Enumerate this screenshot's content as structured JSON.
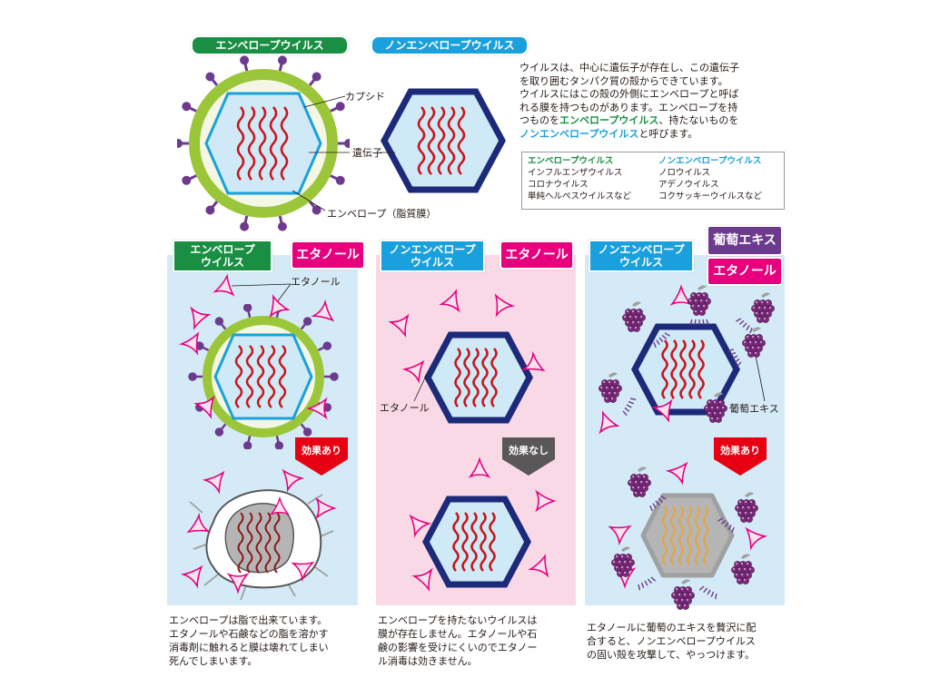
{
  "top": {
    "tag_envelope": "エンベロープウイルス",
    "tag_nonenvelope": "ノンエンベロープウイルス",
    "label_capsid": "カプシド",
    "label_gene": "遺伝子",
    "label_envelope": "エンベロープ（脂質膜）",
    "desc_1": "ウイルスは、中心に遺伝子が存在し、この遺伝子",
    "desc_2": "を取り囲むタンパク質の殻からできています。",
    "desc_3": "ウイルスにはこの殻の外側にエンベロープと呼ば",
    "desc_4": "れる膜を持つものがあります。エンベロープを持",
    "desc_5a": "つものを",
    "desc_5b": "エンベロープウイルス",
    "desc_5c": "、持たないものを",
    "desc_6a": "ノンエンベロープウイルス",
    "desc_6b": "と呼びます。",
    "table": {
      "col1_header": "エンベロープウイルス",
      "col1_items": [
        "インフルエンザウイルス",
        "コロナウイルス",
        "単純ヘルペスウイルスなど"
      ],
      "col2_header": "ノンエンベロープウイルス",
      "col2_items": [
        "ノロウイルス",
        "アデノウイルス",
        "コクサッキーウイルスなど"
      ]
    }
  },
  "panel1": {
    "tag_virus_1": "エンベロープ",
    "tag_virus_2": "ウイルス",
    "tag_agent": "エタノール",
    "label_ethanol": "エタノール",
    "result": "効果あり",
    "caption_1": "エンベロープは脂で出来ています。",
    "caption_2": "エタノールや石鹸などの脂を溶かす",
    "caption_3": "消毒剤に触れると膜は壊れてしまい",
    "caption_4": "死んでしまいます。"
  },
  "panel2": {
    "tag_virus_1": "ノンエンベロープ",
    "tag_virus_2": "ウイルス",
    "tag_agent": "エタノール",
    "label_ethanol": "エタノール",
    "result": "効果なし",
    "caption_1": "エンベロープを持たないウイルスは",
    "caption_2": "膜が存在しません。エタノールや石",
    "caption_3": "鹸の影響を受けにくいのでエタノー",
    "caption_4": "ル消毒は効きません。"
  },
  "panel3": {
    "tag_virus_1": "ノンエンベロープ",
    "tag_virus_2": "ウイルス",
    "tag_grape": "葡萄エキス",
    "tag_agent": "エタノール",
    "label_grape": "葡萄エキス",
    "result": "効果あり",
    "caption_1": "エタノールに葡萄のエキスを贅沢に配",
    "caption_2": "合すると、ノンエンベロープウイルス",
    "caption_3": "の固い殻を攻撃して、やっつけます。"
  },
  "colors": {
    "envelope_green": "#1a8f43",
    "nonenvelope_blue": "#1aa0dc",
    "ethanol_magenta": "#e6007e",
    "grape_purple": "#6d3b8e",
    "effect_red": "#e60012",
    "noeffect_gray": "#595757",
    "panel1_bg": "#d4ebf7",
    "panel2_bg": "#f9d9e6",
    "panel3_bg": "#d4ebf7"
  },
  "icons": [
    "envelope-virus-icon",
    "nonenvelope-virus-icon",
    "ethanol-molecule-icon",
    "grape-icon",
    "broken-virus-icon"
  ]
}
